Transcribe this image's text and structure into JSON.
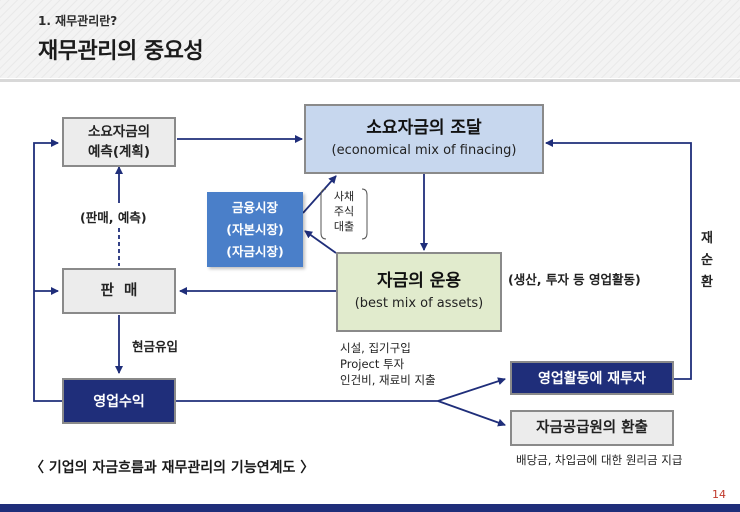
{
  "header": {
    "subtitle": "1. 재무관리란?",
    "title": "재무관리의 중요성"
  },
  "boxes": {
    "forecast": {
      "line1": "소요자금의",
      "line2": "예측(계획)"
    },
    "financing": {
      "title": "소요자금의 조달",
      "sub": "(economical mix of  finacing)"
    },
    "markets": {
      "line1": "금융시장",
      "line2": "(자본시장)",
      "line3": "(자금시장)"
    },
    "brace_items": [
      "사채",
      "주식",
      "대출"
    ],
    "operation": {
      "title": "자금의 운용",
      "sub": "(best mix of assets)"
    },
    "sales": {
      "label": "판  매"
    },
    "revenue": {
      "label": "영업수익"
    },
    "reinvest": {
      "label": "영업활동에 재투자"
    },
    "return": {
      "label": "자금공급원의 환출"
    }
  },
  "labels": {
    "sales_forecast": "(판매, 예측)",
    "operating_activity": "(생산, 투자 등 영업활동)",
    "cash_inflow": "현금유입",
    "uses": [
      "시설, 집기구입",
      "Project 투자",
      "인건비, 재료비 지출"
    ],
    "recirculation": [
      "재",
      "순",
      "환"
    ],
    "repayment": "배당금, 차입금에 대한 원리금 지급"
  },
  "caption": "〈 기업의 자금흐름과 재무관리의 기능연계도 〉",
  "page_number": "14",
  "colors": {
    "navy": "#1f2e7a",
    "market_blue": "#4a7fc9",
    "financing_fill": "#c7d7ee",
    "operation_fill": "#e1ebcd",
    "box_gray": "#ececec",
    "page_number": "#c0392b"
  }
}
